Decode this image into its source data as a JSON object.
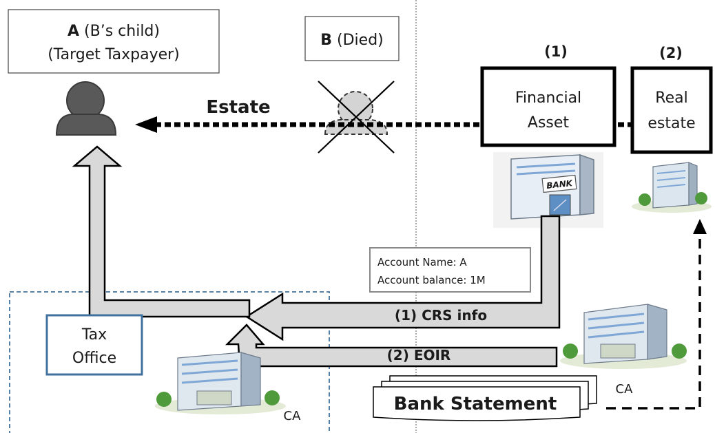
{
  "person_a": {
    "letter": "A",
    "relation": " (B’s child)",
    "role": "(Target Taxpayer)"
  },
  "person_b": {
    "letter": "B",
    "status": " (Died)"
  },
  "estate_label": "Estate",
  "asset_1": {
    "number": "(1)",
    "line1": "Financial",
    "line2": "Asset",
    "building_sign": "BANK"
  },
  "asset_2": {
    "number": "(2)",
    "line1": "Real",
    "line2": "estate"
  },
  "account_info": {
    "line1": "Account Name: A",
    "line2": "Account balance: 1M"
  },
  "flow_1": "(1) CRS info",
  "flow_2": "(2) EOIR",
  "tax_office": {
    "line1": "Tax",
    "line2": "Office"
  },
  "ca_label_left": "CA",
  "ca_label_right": "CA",
  "bank_statement": "Bank Statement",
  "colors": {
    "arrow_fill": "#d9d9d9",
    "outline": "#000000",
    "tax_office_border": "#41719c",
    "dashed_region": "#41719c",
    "person_fill": "#595959"
  }
}
